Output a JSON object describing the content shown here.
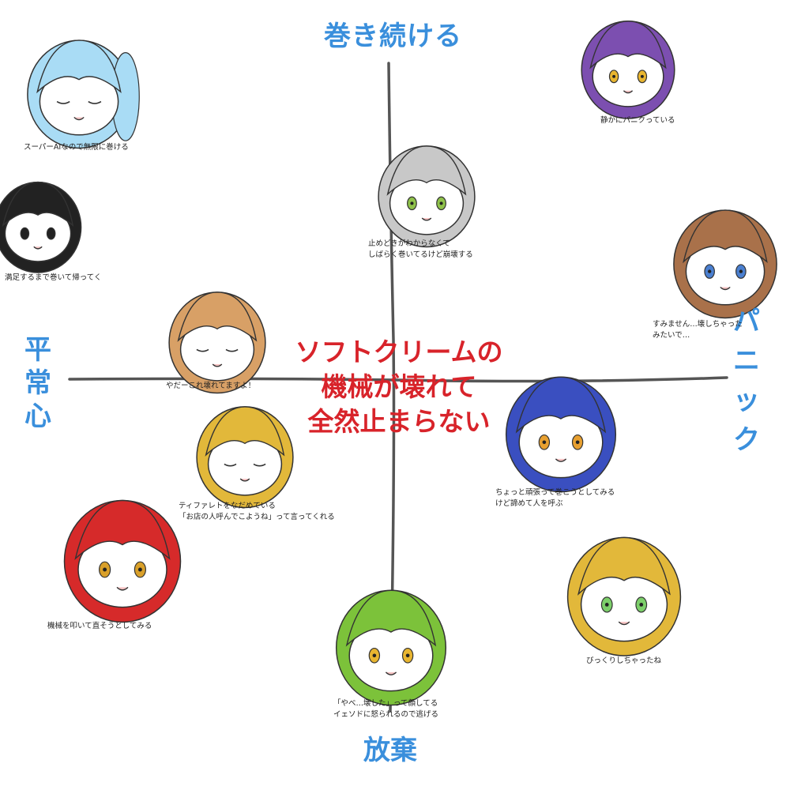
{
  "axes": {
    "top": "巻き続ける",
    "bottom": "放棄",
    "left": "平常心",
    "right": "パニック"
  },
  "title_lines": [
    "ソフトクリームの",
    "機械が壊れて",
    "全然止まらない"
  ],
  "characters": [
    {
      "hair": "#a9dcf5",
      "eye": "closed",
      "caption": [
        "スーパーAIなので無限に巻ける"
      ]
    },
    {
      "hair": "#222222",
      "eye": "#222222",
      "caption": [
        "満足するまで巻いて帰ってく"
      ]
    },
    {
      "hair": "#c8c8c8",
      "eye": "#8fc24a",
      "caption": [
        "止めどきがわからなくて",
        "しばらく巻いてるけど崩壊する"
      ]
    },
    {
      "hair": "#7c4fb0",
      "eye": "#e8b530",
      "caption": [
        "静かにパニクっている"
      ]
    },
    {
      "hair": "#a9714a",
      "eye": "#4a7fd0",
      "caption": [
        "すみません…壊しちゃった",
        "みたいで…"
      ]
    },
    {
      "hair": "#d8a066",
      "eye": "closed",
      "caption": [
        "やだーこれ壊れてますよ！"
      ]
    },
    {
      "hair": "#e2b83a",
      "eye": "closed",
      "caption": [
        "ティファレトをなだめている",
        "「お店の人呼んでこようね」って言ってくれる"
      ]
    },
    {
      "hair": "#3a4fc0",
      "eye": "#e8a030",
      "caption": [
        "ちょっと頑張って巻こうとしてみる",
        "けど諦めて人を呼ぶ"
      ]
    },
    {
      "hair": "#d62a2a",
      "eye": "#d9a02a",
      "caption": [
        "機械を叩いて直そうとしてみる"
      ]
    },
    {
      "hair": "#7cc23a",
      "eye": "#e8b530",
      "caption": [
        "「やべ…壊した」って顔してる",
        "イェソドに怒られるので逃げる"
      ]
    },
    {
      "hair": "#e2b83a",
      "eye": "#7ccf6a",
      "caption": [
        "びっくりしちゃったね"
      ]
    }
  ],
  "colors": {
    "axis_label": "#3a8fdc",
    "title": "#d8232a",
    "axis_line": "#555555"
  }
}
